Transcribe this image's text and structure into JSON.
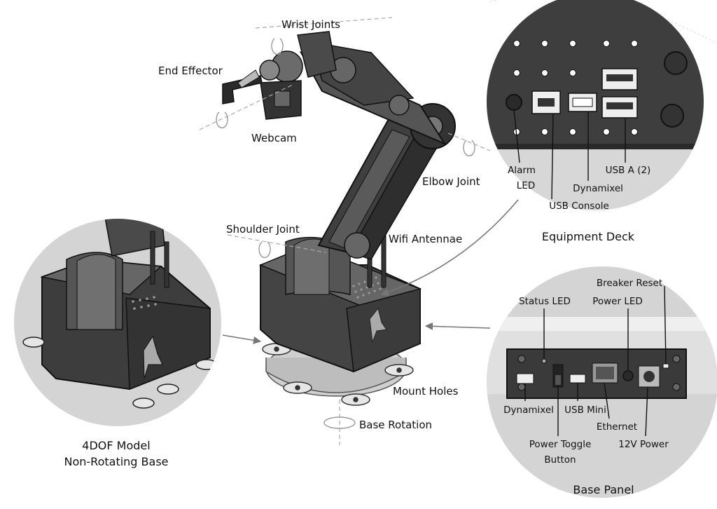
{
  "main_labels": {
    "wrist_joints": "Wrist Joints",
    "end_effector": "End Effector",
    "webcam": "Webcam",
    "elbow_joint": "Elbow Joint",
    "shoulder_joint": "Shoulder Joint",
    "wifi_antennae": "Wifi Antennae",
    "mount_holes": "Mount Holes",
    "base_rotation": "Base Rotation"
  },
  "left_inset": {
    "caption_line1": "4DOF Model",
    "caption_line2": "Non-Rotating Base"
  },
  "equipment_deck": {
    "caption": "Equipment Deck",
    "alarm_line1": "Alarm",
    "alarm_line2": "LED",
    "usb_console": "USB Console",
    "dynamixel": "Dynamixel",
    "usb_a": "USB A (2)"
  },
  "base_panel": {
    "caption": "Base Panel",
    "status_led": "Status LED",
    "breaker_reset": "Breaker Reset",
    "power_led": "Power LED",
    "dynamixel": "Dynamixel",
    "usb_mini": "USB Mini",
    "ethernet": "Ethernet",
    "power_toggle_line1": "Power Toggle",
    "power_toggle_line2": "Button",
    "power_12v": "12V Power"
  },
  "colors": {
    "robot_dark": "#3a3a3a",
    "robot_mid": "#6b6b6b",
    "inset_bg": "#d4d4d4",
    "leader_line": "#777777"
  }
}
